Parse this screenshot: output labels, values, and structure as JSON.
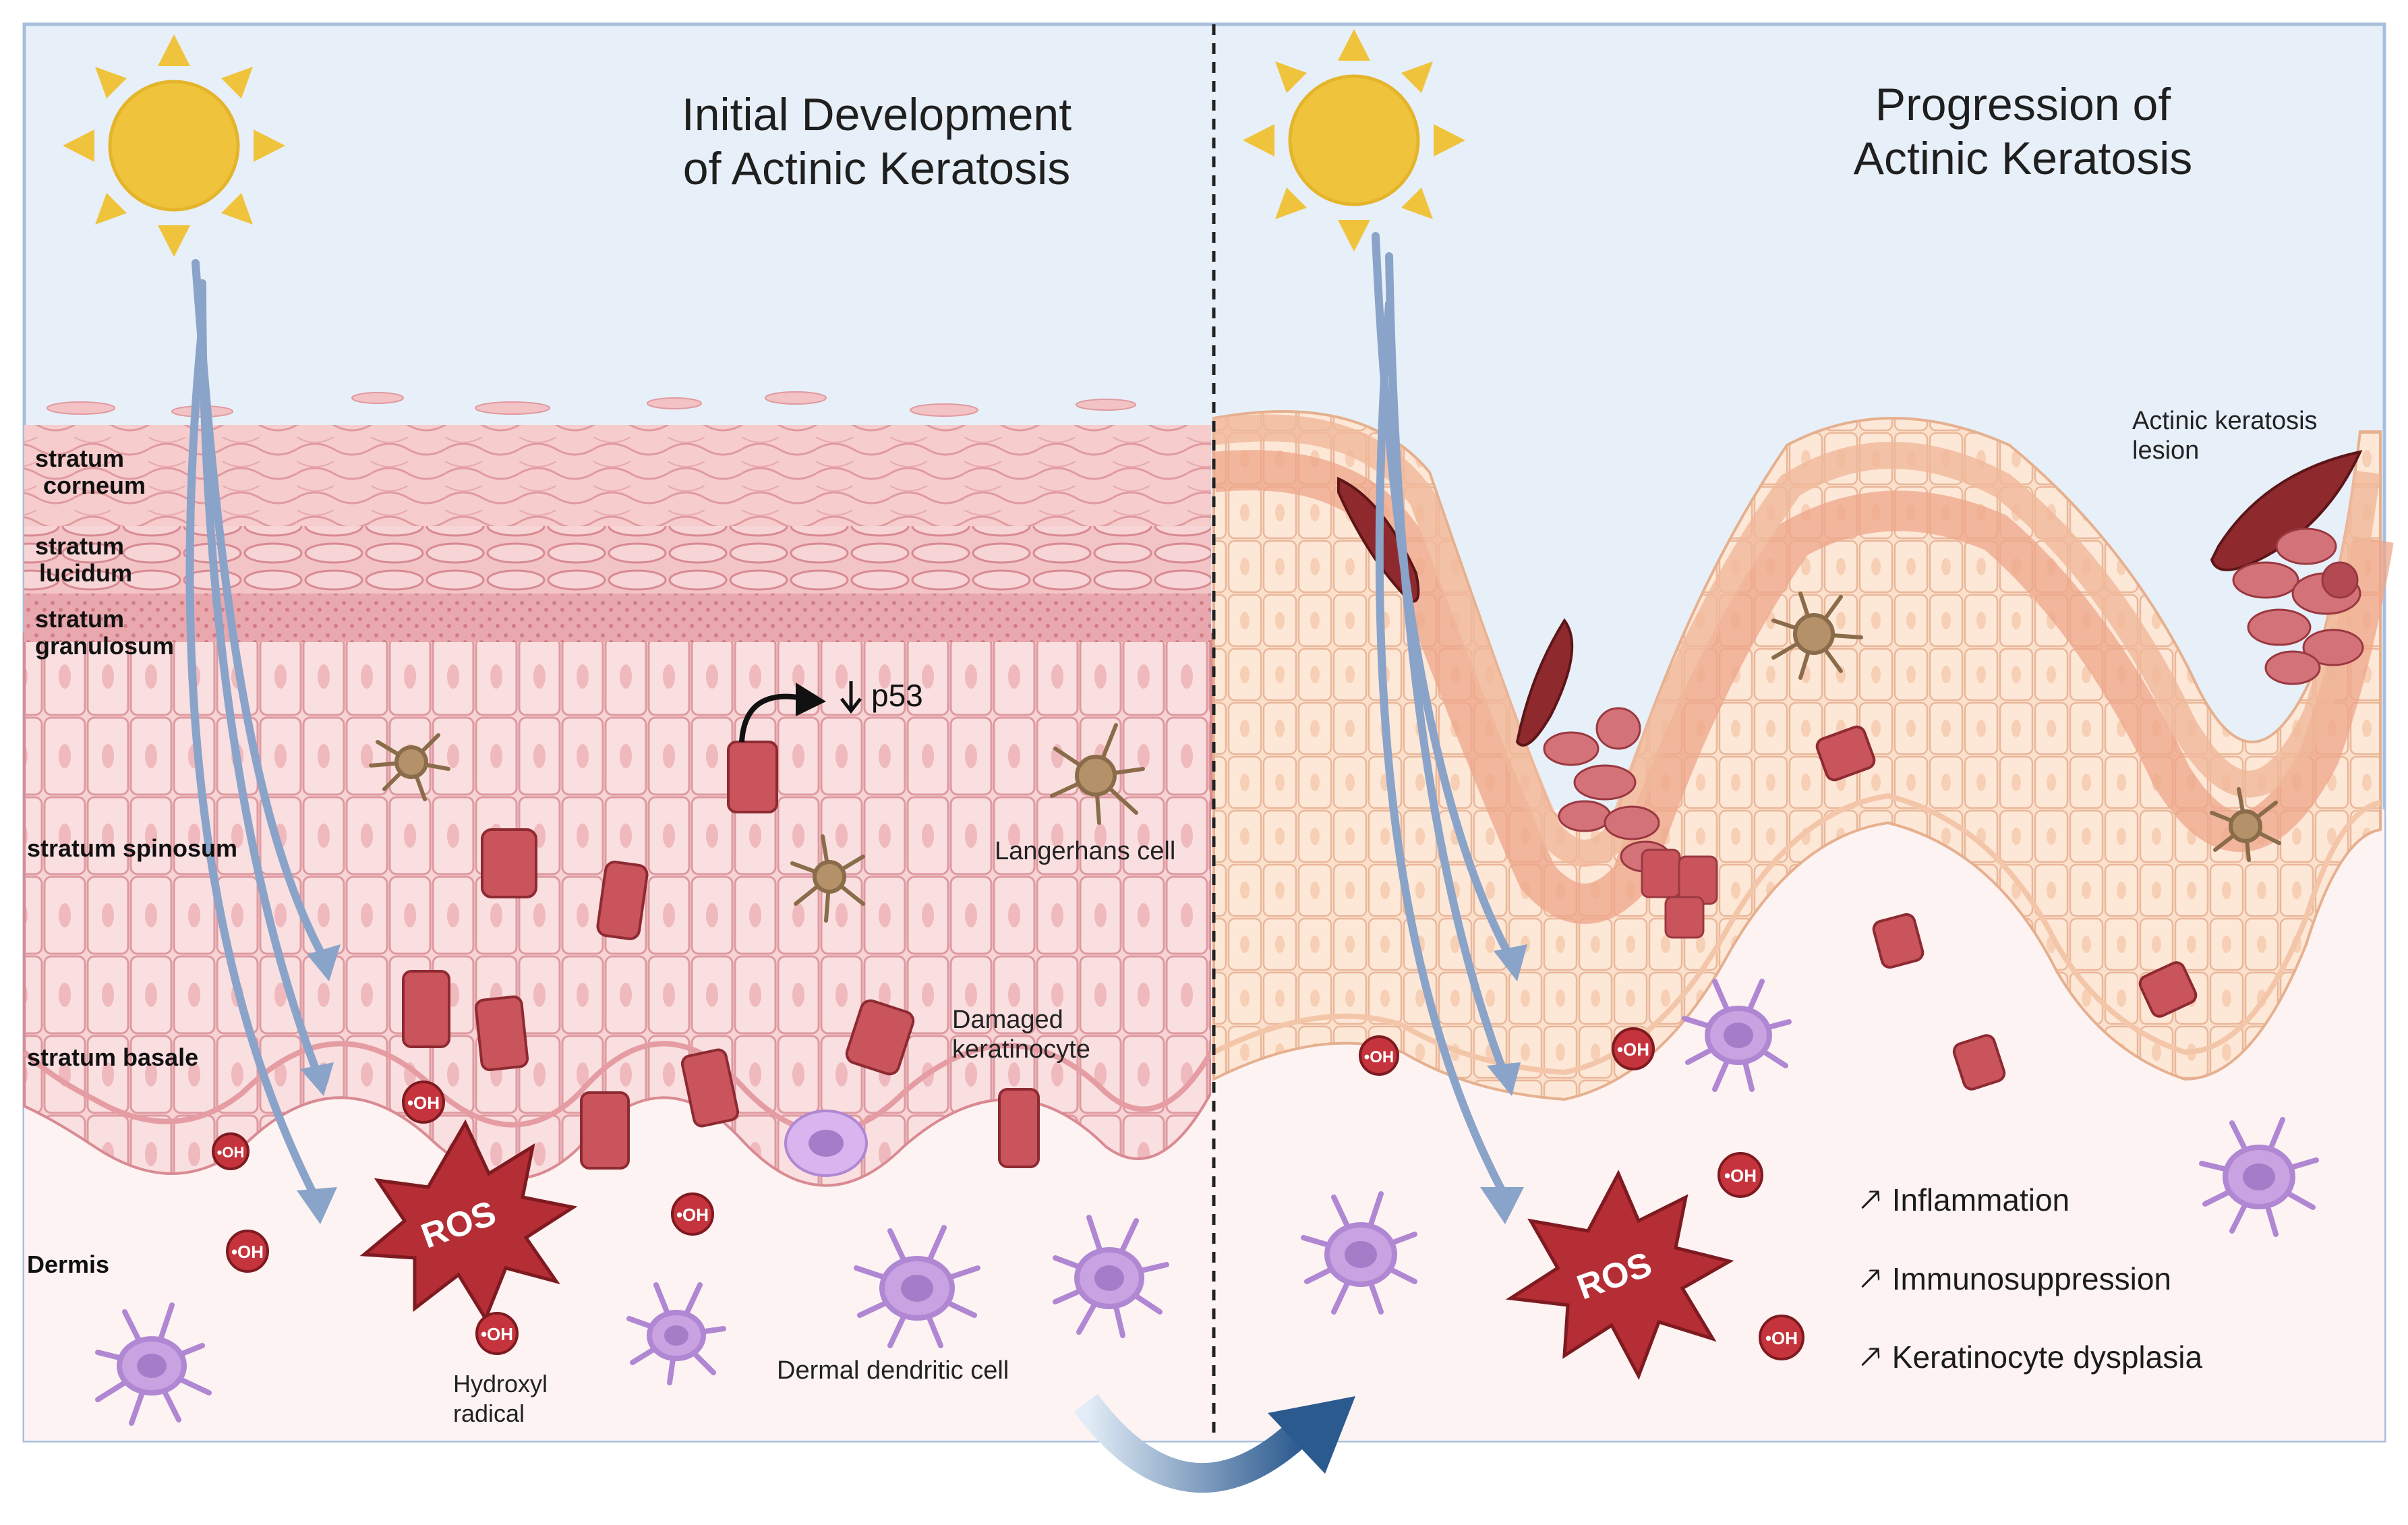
{
  "panels": {
    "left": {
      "title_line1": "Initial Development",
      "title_line2": "of Actinic Keratosis"
    },
    "right": {
      "title_line1": "Progression of",
      "title_line2": "Actinic Keratosis"
    }
  },
  "layers": {
    "corneum_1": "stratum",
    "corneum_2": "corneum",
    "lucidum_1": "stratum",
    "lucidum_2": "lucidum",
    "granulosum_1": "stratum",
    "granulosum_2": "granulosum",
    "spinosum": "stratum spinosum",
    "basale": "stratum basale",
    "dermis": "Dermis"
  },
  "annotations": {
    "p53": "p53",
    "langerhans": "Langerhans cell",
    "damaged_1": "Damaged",
    "damaged_2": "keratinocyte",
    "hydroxyl_1": "Hydroxyl",
    "hydroxyl_2": "radical",
    "dendritic": "Dermal dendritic cell",
    "lesion_1": "Actinic keratosis",
    "lesion_2": "lesion",
    "ros": "ROS",
    "oh": "•OH"
  },
  "effects": [
    "Inflammation",
    "Immunosuppression",
    "Keratinocyte dysplasia"
  ],
  "colors": {
    "sky": "#e9f1f8",
    "border": "#9db6d6",
    "sun": "#f0c33c",
    "epidermis": "#f6d6d8",
    "cell_outline": "#d98a92",
    "damaged_cell": "#c9545c",
    "ros": "#b42a34",
    "immune_cell": "#c8a0e0",
    "langerhans": "#b08a5c",
    "uv_arrow": "#8aa3c9",
    "lesion": "#8e2a2e",
    "progression_epidermis": "#f7d2b6"
  }
}
